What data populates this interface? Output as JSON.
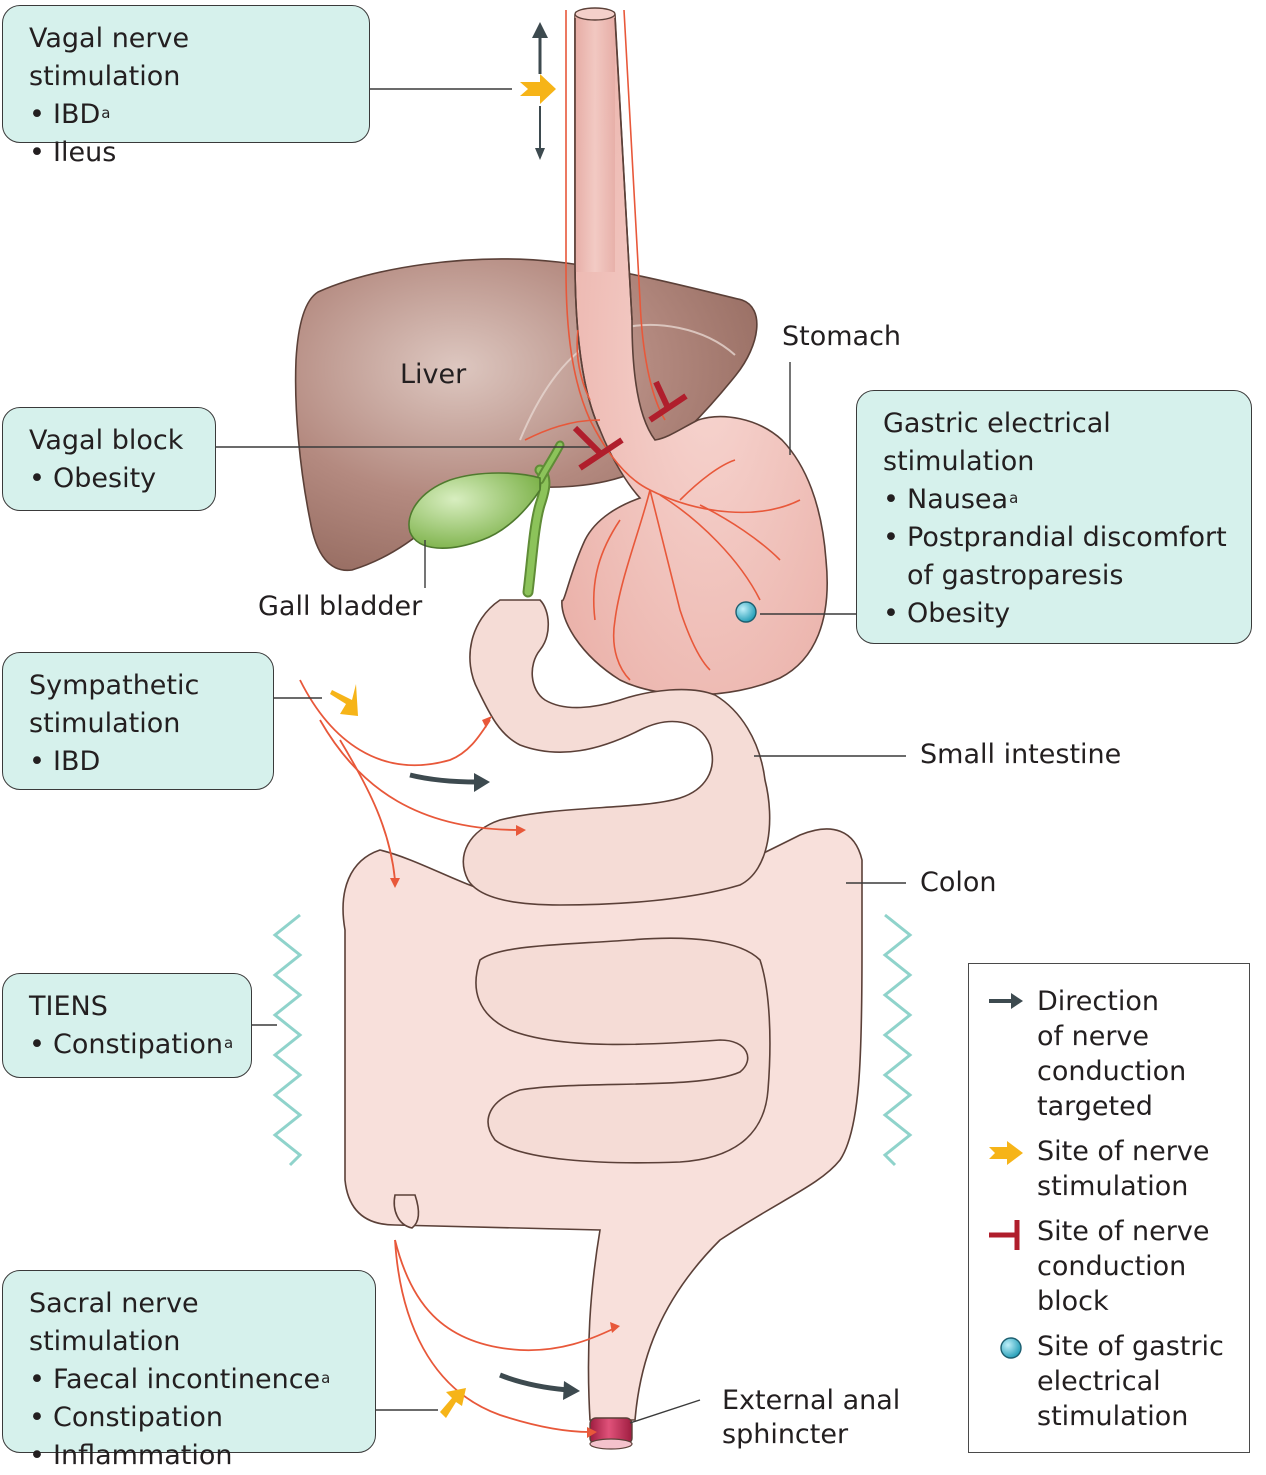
{
  "boxes": {
    "vagal_stim": {
      "title": "Vagal nerve stimulation",
      "items": [
        "IBD",
        "Ileus"
      ],
      "sup": "a"
    },
    "vagal_block": {
      "title": "Vagal block",
      "items": [
        "Obesity"
      ]
    },
    "gastric": {
      "title": "Gastric electrical\nstimulation",
      "items": [
        "Nausea",
        "Postprandial discomfort\nof gastroparesis",
        "Obesity"
      ],
      "sup": "a"
    },
    "sympathetic": {
      "title": "Sympathetic\nstimulation",
      "items": [
        "IBD"
      ]
    },
    "tiens": {
      "title": "TIENS",
      "items": [
        "Constipation"
      ],
      "sup": "a"
    },
    "sacral": {
      "title": "Sacral nerve stimulation",
      "items": [
        "Faecal incontinence",
        "Constipation",
        "Inflammation"
      ],
      "sup": "a"
    }
  },
  "labels": {
    "liver": "Liver",
    "stomach": "Stomach",
    "gall_bladder": "Gall bladder",
    "small_intestine": "Small intestine",
    "colon": "Colon",
    "sphincter": "External anal\nsphincter"
  },
  "legend": {
    "direction": "Direction\nof nerve\nconduction\ntargeted",
    "stim_site": "Site of nerve\nstimulation",
    "block_site": "Site of nerve\nconduction\nblock",
    "gastric_site": "Site of gastric\nelectrical\nstimulation"
  },
  "colors": {
    "box_fill": "#d6f1ec",
    "nerve": "#e8583a",
    "stim_arrow": "#f6b418",
    "block": "#b01e2c",
    "direction_arrow": "#3d4a4f",
    "gastric_dot": "#3ab8d0",
    "liver": "#a7796d",
    "gall_bladder": "#86bd52",
    "stomach": "#f1c4bd",
    "intestine": "#f5dcd6",
    "sphincter": "#c8335b",
    "tiens_wave": "#8fd3cb"
  }
}
